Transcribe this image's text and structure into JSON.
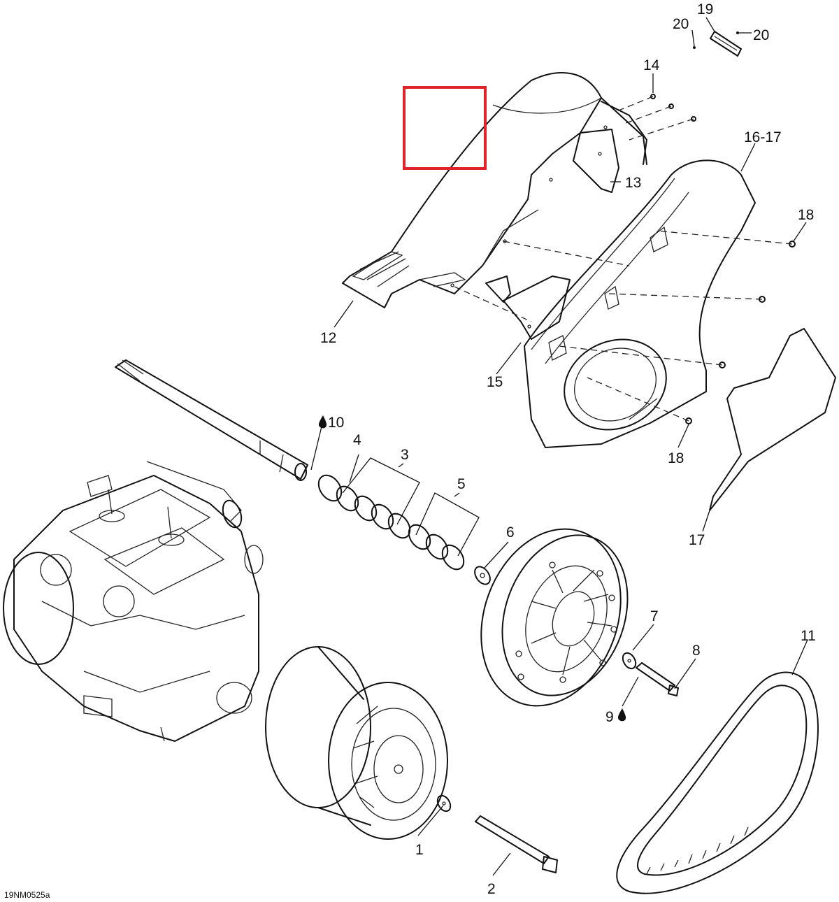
{
  "diagram": {
    "code": "19NM0525a",
    "highlight_color": "#e0242b",
    "callouts": {
      "c1": "1",
      "c2": "2",
      "c3": "3",
      "c4": "4",
      "c5": "5",
      "c6": "6",
      "c7": "7",
      "c8": "8",
      "c9": "9",
      "c10": "10",
      "c11": "11",
      "c12": "12",
      "c13": "13",
      "c14": "14",
      "c15": "15",
      "c16_17": "16-17",
      "c17": "17",
      "c18a": "18",
      "c18b": "18",
      "c19": "19",
      "c20a": "20",
      "c20b": "20"
    }
  }
}
